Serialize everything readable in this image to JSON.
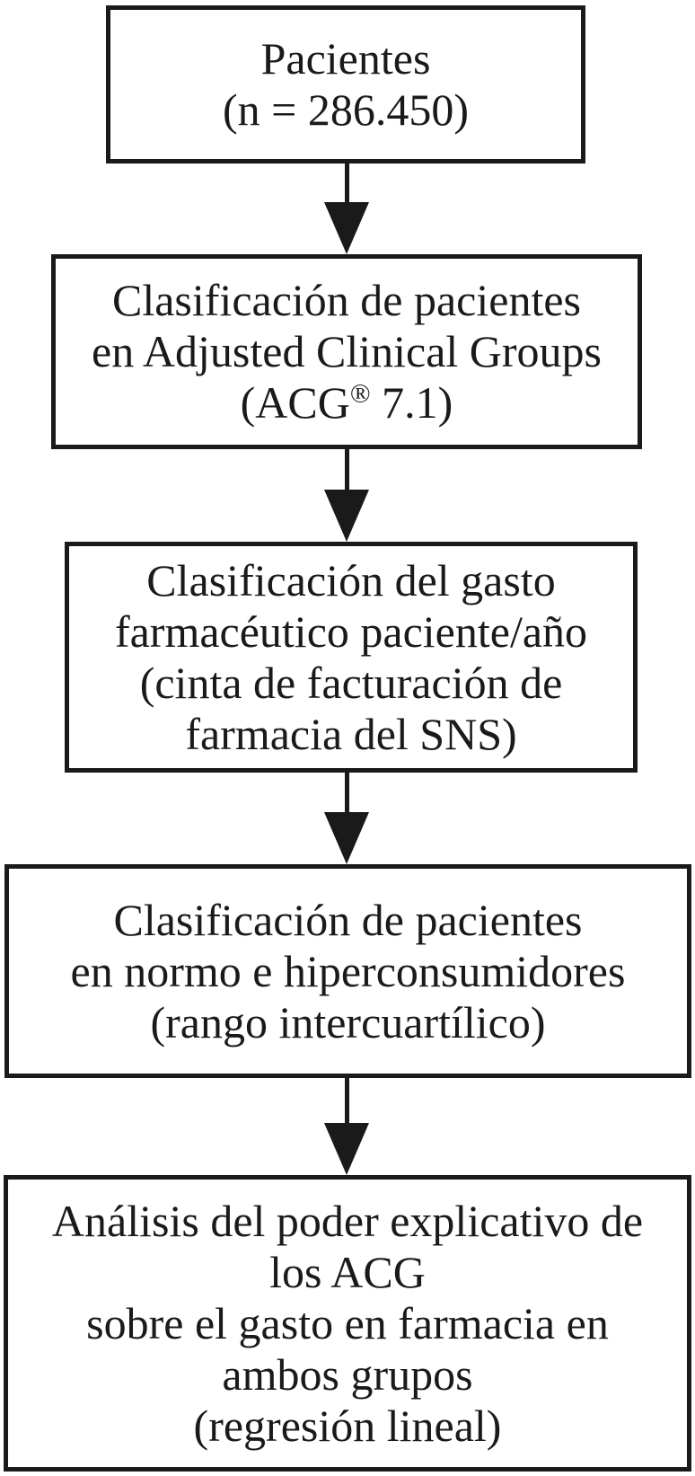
{
  "flowchart": {
    "title": "Patient classification flow diagram",
    "colors": {
      "background": "#ffffff",
      "box_border": "#1a1a1a",
      "text": "#1a1a1a",
      "arrow": "#1a1a1a"
    },
    "nodes": [
      {
        "id": "pacientes",
        "lines": [
          "Pacientes",
          "(n = 286.450)"
        ]
      },
      {
        "id": "clasificacion-acg",
        "lines": [
          "Clasificación de pacientes",
          "en Adjusted Clinical Groups",
          "(ACG® 7.1)"
        ]
      },
      {
        "id": "clasificacion-gasto",
        "lines": [
          "Clasificación del gasto",
          "farmacéutico paciente/año",
          "(cinta de facturación de",
          "farmacia del SNS)"
        ]
      },
      {
        "id": "clasificacion-consumidores",
        "lines": [
          "Clasificación de pacientes",
          "en normo e hiperconsumidores",
          "(rango intercuartílico)"
        ]
      },
      {
        "id": "analisis-acg",
        "lines": [
          "Análisis del poder explicativo de",
          "los ACG",
          "sobre el gasto en farmacia en",
          "ambos grupos",
          "(regresión lineal)"
        ]
      }
    ],
    "connectors": [
      {
        "from": "pacientes",
        "to": "clasificacion-acg"
      },
      {
        "from": "clasificacion-acg",
        "to": "clasificacion-gasto"
      },
      {
        "from": "clasificacion-gasto",
        "to": "clasificacion-consumidores"
      },
      {
        "from": "clasificacion-consumidores",
        "to": "analisis-acg"
      }
    ]
  }
}
